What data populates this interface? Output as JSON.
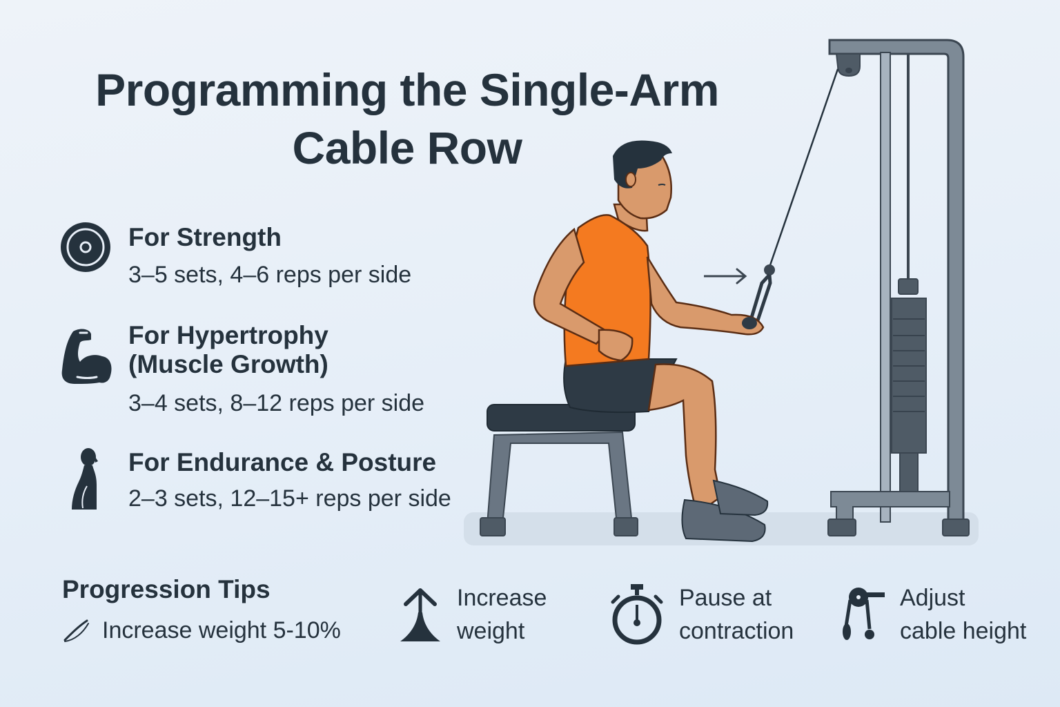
{
  "title": {
    "line1": "Programming the Single-Arm",
    "line2": "Cable Row"
  },
  "programs": [
    {
      "icon": "weight-plate-icon",
      "heading": "For Strength",
      "detail": "3–5 sets, 4–6 reps per side"
    },
    {
      "icon": "flexed-bicep-icon",
      "heading_line1": "For Hypertrophy",
      "heading_line2": "(Muscle Growth)",
      "detail": "3–4 sets, 8–12 reps per side"
    },
    {
      "icon": "posture-silhouette-icon",
      "heading": "For Endurance & Posture",
      "detail": "2–3 sets, 12–15+ reps per side"
    }
  ],
  "progression": {
    "title": "Progression Tips",
    "first_tip": {
      "icon": "swoosh-icon",
      "text": "Increase weight 5-10%"
    },
    "tips": [
      {
        "icon": "up-arrow-icon",
        "line1": "Increase",
        "line2": "weight"
      },
      {
        "icon": "stopwatch-icon",
        "line1": "Pause at",
        "line2": "contraction"
      },
      {
        "icon": "cable-pulley-icon",
        "line1": "Adjust",
        "line2": "cable height"
      }
    ]
  },
  "colors": {
    "text": "#25323d",
    "shirt": "#f47a20",
    "skin": "#d99a6c",
    "shorts": "#2e3a45",
    "machine": "#7d8a96",
    "weight_stack": "#4f5b66",
    "background": "#e8eff8"
  }
}
